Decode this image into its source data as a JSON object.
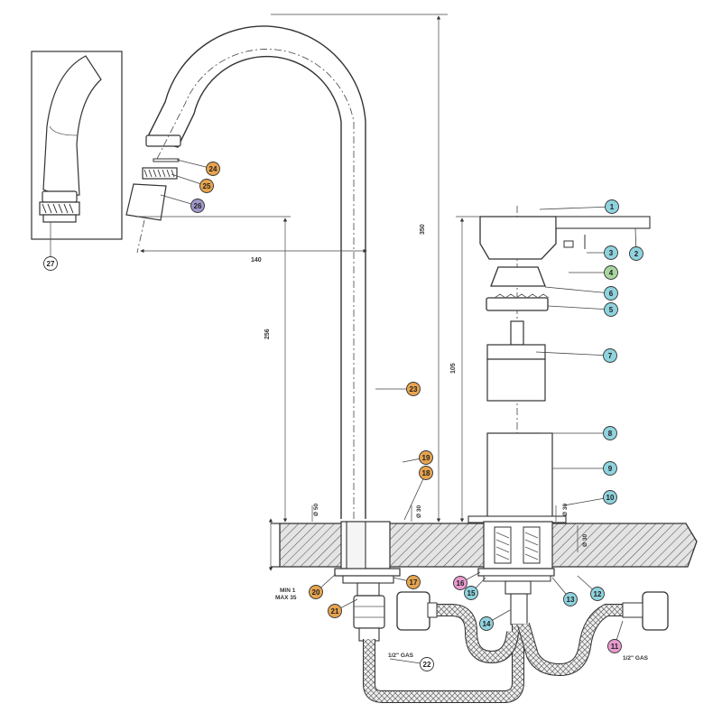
{
  "colors": {
    "teal": "#8fd3de",
    "orange": "#e7a44e",
    "purple": "#9f97c9",
    "pink": "#e89ad0",
    "green": "#a9d69f",
    "white": "#ffffff"
  },
  "callouts": [
    {
      "id": "c1",
      "label": "1",
      "color": "teal"
    },
    {
      "id": "c2",
      "label": "2",
      "color": "teal"
    },
    {
      "id": "c3",
      "label": "3",
      "color": "teal"
    },
    {
      "id": "c4",
      "label": "4",
      "color": "green"
    },
    {
      "id": "c5",
      "label": "5",
      "color": "teal"
    },
    {
      "id": "c6",
      "label": "6",
      "color": "teal"
    },
    {
      "id": "c7",
      "label": "7",
      "color": "teal"
    },
    {
      "id": "c8",
      "label": "8",
      "color": "teal"
    },
    {
      "id": "c9",
      "label": "9",
      "color": "teal"
    },
    {
      "id": "c10",
      "label": "10",
      "color": "teal"
    },
    {
      "id": "c11",
      "label": "11",
      "color": "pink"
    },
    {
      "id": "c12",
      "label": "12",
      "color": "teal"
    },
    {
      "id": "c13",
      "label": "13",
      "color": "teal"
    },
    {
      "id": "c14",
      "label": "14",
      "color": "teal"
    },
    {
      "id": "c15",
      "label": "15",
      "color": "teal"
    },
    {
      "id": "c16",
      "label": "16",
      "color": "pink"
    },
    {
      "id": "c17",
      "label": "17",
      "color": "orange"
    },
    {
      "id": "c18",
      "label": "18",
      "color": "orange"
    },
    {
      "id": "c19",
      "label": "19",
      "color": "orange"
    },
    {
      "id": "c20",
      "label": "20",
      "color": "orange"
    },
    {
      "id": "c21",
      "label": "21",
      "color": "orange"
    },
    {
      "id": "c22",
      "label": "22",
      "color": "white"
    },
    {
      "id": "c23",
      "label": "23",
      "color": "orange"
    },
    {
      "id": "c24",
      "label": "24",
      "color": "orange"
    },
    {
      "id": "c25",
      "label": "25",
      "color": "orange"
    },
    {
      "id": "c26",
      "label": "26",
      "color": "purple"
    },
    {
      "id": "c27",
      "label": "27",
      "color": "white"
    }
  ],
  "dimensions": {
    "spout_reach": "140",
    "total_height": "350",
    "outlet_height": "256",
    "handle_height": "105",
    "deck_clearance_a": "Ø 50",
    "deck_clearance_b": "Ø 30",
    "deck_clearance_c": "Ø 30",
    "handle_base": "Ø 30",
    "deck_thickness_min": "MIN 1",
    "deck_thickness_max": "MAX 35"
  },
  "labels": {
    "gas_left": "1/2\" GAS",
    "gas_right": "1/2\" GAS"
  }
}
